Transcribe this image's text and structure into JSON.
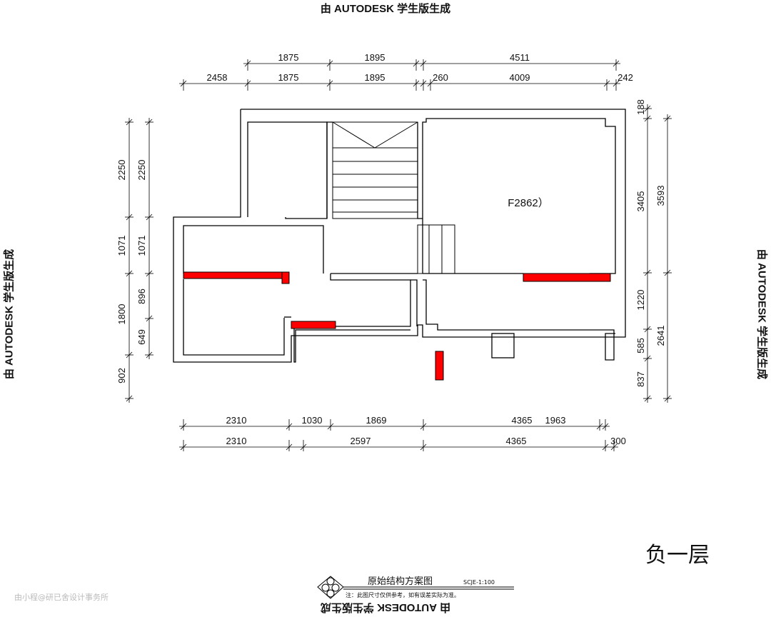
{
  "watermark": {
    "top": "由 AUTODESK 学生版生成",
    "left": "由 AUTODESK 学生版生成",
    "right": "由 AUTODESK 学生版生成",
    "bottom": "由 AUTODESK 学生版生成"
  },
  "dimensions": {
    "top_outer": [
      "1875",
      "1895",
      "4511"
    ],
    "top_inner": [
      "2458",
      "1875",
      "1895",
      "260",
      "4009",
      "242"
    ],
    "left_outer": [
      "2250",
      "1071",
      "1800",
      "902"
    ],
    "left_inner": [
      "2250",
      "1071",
      "896",
      "649"
    ],
    "right_inner": [
      "188",
      "3405",
      "1220",
      "585",
      "837"
    ],
    "right_outer": [
      "3593",
      "2641"
    ],
    "bottom_inner": [
      "2310",
      "1030",
      "1869",
      "4365",
      "1963"
    ],
    "bottom_outer": [
      "2310",
      "2597",
      "4365",
      "300"
    ]
  },
  "room_label": "F2862）",
  "floor_name": "负一层",
  "title_block": {
    "title": "原始结构方案图",
    "scale": "SCJE-1:100",
    "note": "注：此图尺寸仅供参考，如有误差实际为准。"
  },
  "credit": "由小程@研已舍设计事务所",
  "colors": {
    "walls": "#000000",
    "highlight": "#ff0000"
  }
}
